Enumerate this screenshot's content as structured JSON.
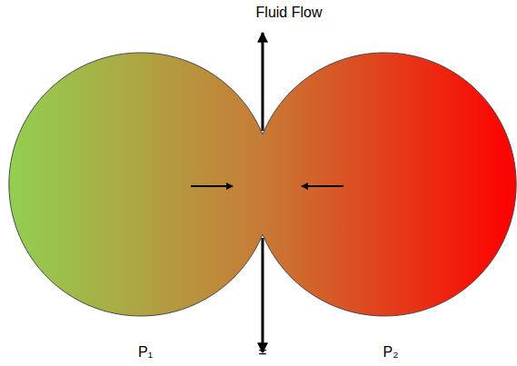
{
  "diagram": {
    "labels": [
      "Fluid Flow",
      "P₁",
      "=",
      "P₂"
    ]
  }
}
